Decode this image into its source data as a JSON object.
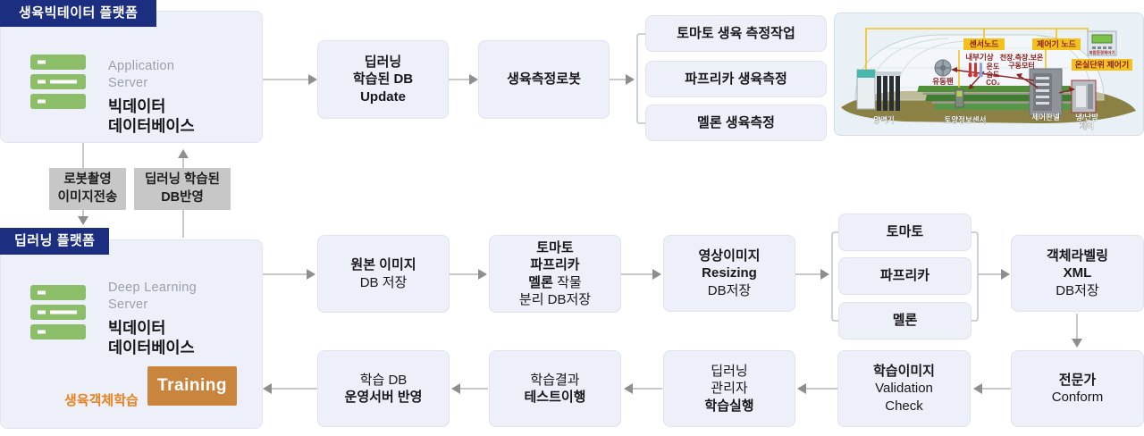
{
  "top_platform": {
    "badge": "생육빅테이터 플랫폼",
    "server_sub": [
      [
        {
          "t": "Application"
        }
      ],
      [
        {
          "t": "Server"
        }
      ]
    ],
    "server_main": [
      [
        {
          "t": "빅데이터",
          "b": 1
        }
      ],
      [
        {
          "t": "데이터베이스",
          "b": 1
        }
      ]
    ]
  },
  "bottom_platform": {
    "badge": "딥러닝 플랫폼",
    "server_sub": [
      [
        {
          "t": "Deep Learning"
        }
      ],
      [
        {
          "t": "Server"
        }
      ]
    ],
    "server_main": [
      [
        {
          "t": "빅데이터",
          "b": 1
        }
      ],
      [
        {
          "t": "데이터베이스",
          "b": 1
        }
      ]
    ]
  },
  "transfer": {
    "down": [
      [
        {
          "t": "로봇촬영",
          "b": 1
        }
      ],
      [
        {
          "t": "이미지전송",
          "b": 1
        }
      ]
    ],
    "up": [
      [
        {
          "t": "딥러닝 학습된",
          "b": 1
        }
      ],
      [
        {
          "t": "DB반영",
          "b": 1
        }
      ]
    ]
  },
  "training": {
    "label": "Training",
    "caption": "생육객체학습"
  },
  "flow": {
    "top_row": [
      {
        "lines": [
          [
            {
              "t": "딥러닝",
              "b": 1
            }
          ],
          [
            {
              "t": "학습된 DB",
              "b": 1
            }
          ],
          [
            {
              "t": "Update",
              "b": 1
            }
          ]
        ]
      },
      {
        "lines": [
          [
            {
              "t": "생육측정로봇",
              "b": 1
            }
          ]
        ]
      }
    ],
    "top_branch": [
      {
        "lines": [
          [
            {
              "t": "토마토 생육 측정작업",
              "b": 1
            }
          ]
        ]
      },
      {
        "lines": [
          [
            {
              "t": "파프리카 생육측정",
              "b": 1
            }
          ]
        ]
      },
      {
        "lines": [
          [
            {
              "t": "멜론 생육측정",
              "b": 1
            }
          ]
        ]
      }
    ],
    "mid_row": [
      {
        "lines": [
          [
            {
              "t": "원본 이미지",
              "b": 1
            }
          ],
          [
            {
              "t": "DB 저장"
            }
          ]
        ]
      },
      {
        "lines": [
          [
            {
              "t": "토마토",
              "b": 1
            }
          ],
          [
            {
              "t": "파프리카",
              "b": 1
            }
          ],
          [
            {
              "t": "멜론",
              "b": 1
            },
            {
              "t": " 작물"
            }
          ],
          [
            {
              "t": "분리 DB저장"
            }
          ]
        ]
      },
      {
        "lines": [
          [
            {
              "t": "영상이미지",
              "b": 1
            }
          ],
          [
            {
              "t": "Resizing",
              "b": 1
            }
          ],
          [
            {
              "t": "DB저장"
            }
          ]
        ]
      },
      {
        "lines": [
          [
            {
              "t": "객체라벨링",
              "b": 1
            }
          ],
          [
            {
              "t": "XML",
              "b": 1
            }
          ],
          [
            {
              "t": "DB저장"
            }
          ]
        ]
      }
    ],
    "mid_branch": [
      {
        "lines": [
          [
            {
              "t": "토마토",
              "b": 1
            }
          ]
        ]
      },
      {
        "lines": [
          [
            {
              "t": "파프리카",
              "b": 1
            }
          ]
        ]
      },
      {
        "lines": [
          [
            {
              "t": "멜론",
              "b": 1
            }
          ]
        ]
      }
    ],
    "bottom_row": [
      {
        "lines": [
          [
            {
              "t": "학습 DB"
            }
          ],
          [
            {
              "t": "운영서버 반영",
              "b": 1
            }
          ]
        ]
      },
      {
        "lines": [
          [
            {
              "t": "학습결과"
            }
          ],
          [
            {
              "t": "테스트이행",
              "b": 1
            }
          ]
        ]
      },
      {
        "lines": [
          [
            {
              "t": "딥러닝"
            }
          ],
          [
            {
              "t": "관리자"
            }
          ],
          [
            {
              "t": "학습실행",
              "b": 1
            }
          ]
        ]
      },
      {
        "lines": [
          [
            {
              "t": "학습이미지",
              "b": 1
            }
          ],
          [
            {
              "t": "Validation"
            }
          ],
          [
            {
              "t": "Check"
            }
          ]
        ]
      },
      {
        "lines": [
          [
            {
              "t": "전문가",
              "b": 1
            }
          ],
          [
            {
              "t": "Conform"
            }
          ]
        ]
      }
    ]
  },
  "greenhouse": {
    "sensor_node": "센서노드",
    "controller_node": "제어기 노드",
    "unit_controller": "온실단위 제어기",
    "device_caption": "복합환경제어기",
    "indoor_weather": "내부기상",
    "motor_line1": "천장.측장.보온",
    "motor_line2": "구동모터",
    "temp": "온도",
    "humidity": "습도",
    "co2": "CO₂",
    "fan": "유동팬",
    "nutrient": "양액기",
    "soil_sensor": "토양정보센서",
    "control_panel": "제어판넬",
    "hvac_line1": "냉/난방",
    "hvac_line2": "제어"
  }
}
